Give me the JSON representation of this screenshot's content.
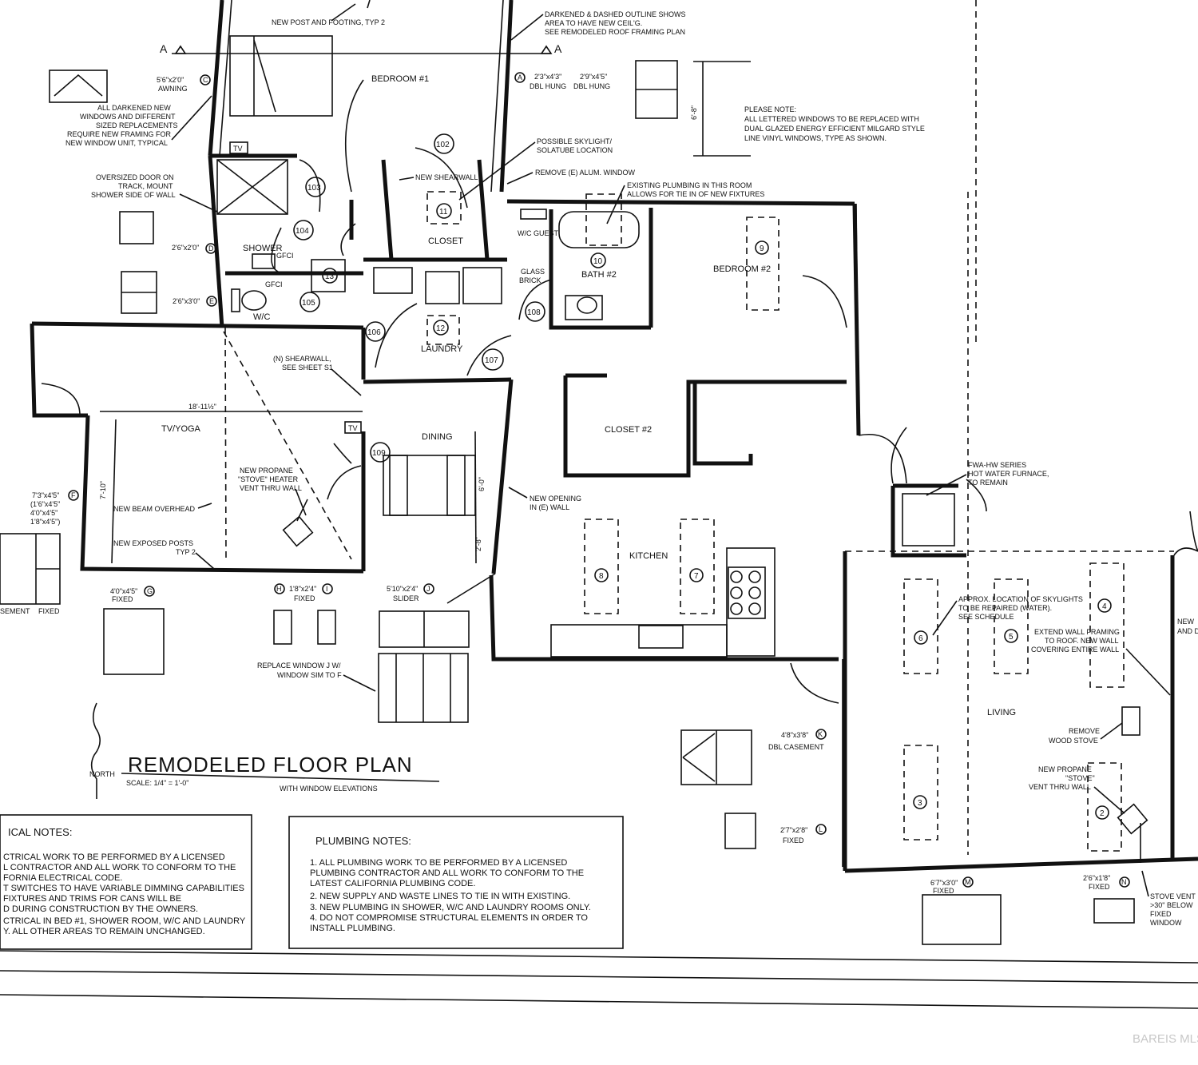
{
  "title": "REMODELED FLOOR PLAN",
  "scale": "SCALE: 1/4\" = 1'-0\"",
  "subtitle": "WITH WINDOW ELEVATIONS",
  "section_marks": [
    "A",
    "A"
  ],
  "rooms": [
    {
      "key": "bedroom1",
      "label": "BEDROOM #1"
    },
    {
      "key": "bedroom2",
      "label": "BEDROOM #2"
    },
    {
      "key": "shower",
      "label": "SHOWER"
    },
    {
      "key": "wc",
      "label": "W/C"
    },
    {
      "key": "closet",
      "label": "CLOSET"
    },
    {
      "key": "wc_guest",
      "label": "W/C GUEST"
    },
    {
      "key": "bath2",
      "label": "BATH #2"
    },
    {
      "key": "laundry",
      "label": "LAUNDRY"
    },
    {
      "key": "tvyoga",
      "label": "TV/YOGA"
    },
    {
      "key": "dining",
      "label": "DINING"
    },
    {
      "key": "closet2",
      "label": "CLOSET #2"
    },
    {
      "key": "kitchen",
      "label": "KITCHEN"
    },
    {
      "key": "living",
      "label": "LIVING"
    }
  ],
  "door_tags": [
    "102",
    "103",
    "104",
    "105",
    "106",
    "107",
    "108",
    "109"
  ],
  "fixture_tags": [
    "13",
    "11",
    "10",
    "12",
    "9",
    "8",
    "7",
    "6",
    "5",
    "4",
    "3",
    "2"
  ],
  "dimensions": {
    "tv_width": "18'-11½\"",
    "tv_depth": "7'-10\"",
    "dining_dim": "6'-0\"",
    "small_dim": "2'-8\"",
    "top_dim": "6'-8\""
  },
  "callouts": {
    "post": "NEW POST AND FOOTING, TYP 2",
    "darkened_1": "DARKENED & DASHED OUTLINE SHOWS",
    "darkened_2": "AREA TO HAVE NEW CEIL'G.",
    "darkened_3": "SEE REMODELED ROOF FRAMING PLAN",
    "darkened_win_1": "ALL DARKENED NEW",
    "darkened_win_2": "WINDOWS AND DIFFERENT",
    "darkened_win_3": "SIZED REPLACEMENTS",
    "darkened_win_4": "REQUIRE NEW FRAMING FOR",
    "darkened_win_5": "NEW WINDOW UNIT, TYPICAL",
    "door_1": "OVERSIZED DOOR ON",
    "door_2": "TRACK, MOUNT",
    "door_3": "SHOWER SIDE OF WALL",
    "shearwall": "NEW SHEARWALL",
    "skylight_1": "POSSIBLE SKYLIGHT/",
    "skylight_2": "SOLATUBE LOCATION",
    "alum": "REMOVE (E) ALUM. WINDOW",
    "plumb_1": "EXISTING PLUMBING IN THIS ROOM",
    "plumb_2": "ALLOWS FOR TIE IN OF NEW FIXTURES",
    "please_1": "PLEASE NOTE:",
    "please_2": "ALL LETTERED WINDOWS TO BE REPLACED WITH",
    "please_3": "DUAL GLAZED ENERGY EFFICIENT MILGARD STYLE",
    "please_4": "LINE VINYL WINDOWS, TYPE AS SHOWN.",
    "glass_1": "GLASS",
    "glass_2": "BRICK",
    "nshear_1": "(N) SHEARWALL,",
    "nshear_2": "SEE SHEET S1",
    "heater_1": "NEW PROPANE",
    "heater_2": "\"STOVE\" HEATER",
    "heater_3": "VENT THRU WALL",
    "beam": "NEW BEAM OVERHEAD",
    "posts_1": "NEW EXPOSED POSTS",
    "posts_2": "TYP 2",
    "opening_1": "NEW OPENING",
    "opening_2": "IN (E) WALL",
    "furnace_1": "FWA-HW SERIES",
    "furnace_2": "HOT WATER FURNACE,",
    "furnace_3": "TO REMAIN",
    "sky2_1": "APPROX. LOCATION OF SKYLIGHTS",
    "sky2_2": "TO BE REPAIRED (WATER).",
    "sky2_3": "SEE SCHEDULE",
    "extend_1": "EXTEND WALL FRAMING",
    "extend_2": "TO ROOF. NEW WALL",
    "extend_3": "COVERING ENTIRE WALL",
    "remove_1": "REMOVE",
    "remove_2": "WOOD STOVE",
    "stove_1": "NEW PROPANE",
    "stove_2": "\"STOVE\"",
    "stove_3": "VENT THRU WALL",
    "replace_1": "REPLACE WINDOW J W/",
    "replace_2": "WINDOW SIM TO F",
    "vent_1": "STOVE VENT",
    "vent_2": ">30\" BELOW",
    "vent_3": "FIXED",
    "vent_4": "WINDOW",
    "new_1": "NEW",
    "new_2": "AND D",
    "gfci": "GFCI",
    "tv": "TV",
    "north": "NORTH"
  },
  "windows": {
    "A": {
      "letter": "A",
      "size1": "2'3\"x4'3\"",
      "size2": "2'9\"x4'5\"",
      "type": "DBL HUNG"
    },
    "C": {
      "letter": "C",
      "size": "5'6\"x2'0\"",
      "type": "AWNING"
    },
    "D": {
      "letter": "D",
      "size": "2'6\"x2'0\""
    },
    "E": {
      "letter": "E",
      "size": "2'6\"x3'0\""
    },
    "F": {
      "letter": "F",
      "size": "7'3\"x4'5\"",
      "sub1": "(1'6\"x4'5\"",
      "sub2": "4'0\"x4'5\"",
      "sub3": "1'8\"x4'5\")",
      "l1": "SEMENT",
      "l2": "FIXED"
    },
    "G": {
      "letter": "G",
      "size": "4'0\"x4'5\"",
      "type": "FIXED"
    },
    "H": {
      "letter": "H",
      "size": "1'8\"x2'4\"",
      "type": "FIXED"
    },
    "I": {
      "letter": "I"
    },
    "J": {
      "letter": "J",
      "size": "5'10\"x2'4\"",
      "type": "SLIDER"
    },
    "K": {
      "letter": "K",
      "size": "4'8\"x3'8\"",
      "type": "DBL CASEMENT"
    },
    "L": {
      "letter": "L",
      "size": "2'7\"x2'8\"",
      "type": "FIXED"
    },
    "M": {
      "letter": "M",
      "size": "6'7\"x3'0\"",
      "type": "FIXED"
    },
    "N": {
      "letter": "N",
      "size": "2'6\"x1'8\"",
      "type": "FIXED"
    }
  },
  "electrical_notes": {
    "heading": "ICAL NOTES:",
    "lines": [
      "CTRICAL WORK TO BE PERFORMED BY A LICENSED",
      "L CONTRACTOR AND ALL WORK TO CONFORM TO THE",
      "FORNIA ELECTRICAL CODE.",
      "T SWITCHES TO HAVE VARIABLE DIMMING CAPABILITIES",
      "FIXTURES AND TRIMS FOR CANS WILL BE",
      "D DURING CONSTRUCTION BY THE OWNERS.",
      "CTRICAL IN BED #1, SHOWER ROOM, W/C AND LAUNDRY",
      "Y.  ALL OTHER AREAS TO REMAIN UNCHANGED."
    ]
  },
  "plumbing_notes": {
    "heading": "PLUMBING NOTES:",
    "lines": [
      "1.  ALL PLUMBING WORK TO BE PERFORMED BY A LICENSED",
      "PLUMBING CONTRACTOR AND ALL WORK TO CONFORM TO THE",
      "LATEST CALIFORNIA PLUMBING CODE.",
      "2. NEW SUPPLY AND WASTE LINES TO TIE IN WITH EXISTING.",
      "3. NEW PLUMBING IN SHOWER, W/C AND LAUNDRY ROOMS ONLY.",
      "4. DO NOT COMPROMISE STRUCTURAL ELEMENTS IN ORDER TO",
      "INSTALL PLUMBING."
    ]
  },
  "watermark": "BAREIS MLS"
}
